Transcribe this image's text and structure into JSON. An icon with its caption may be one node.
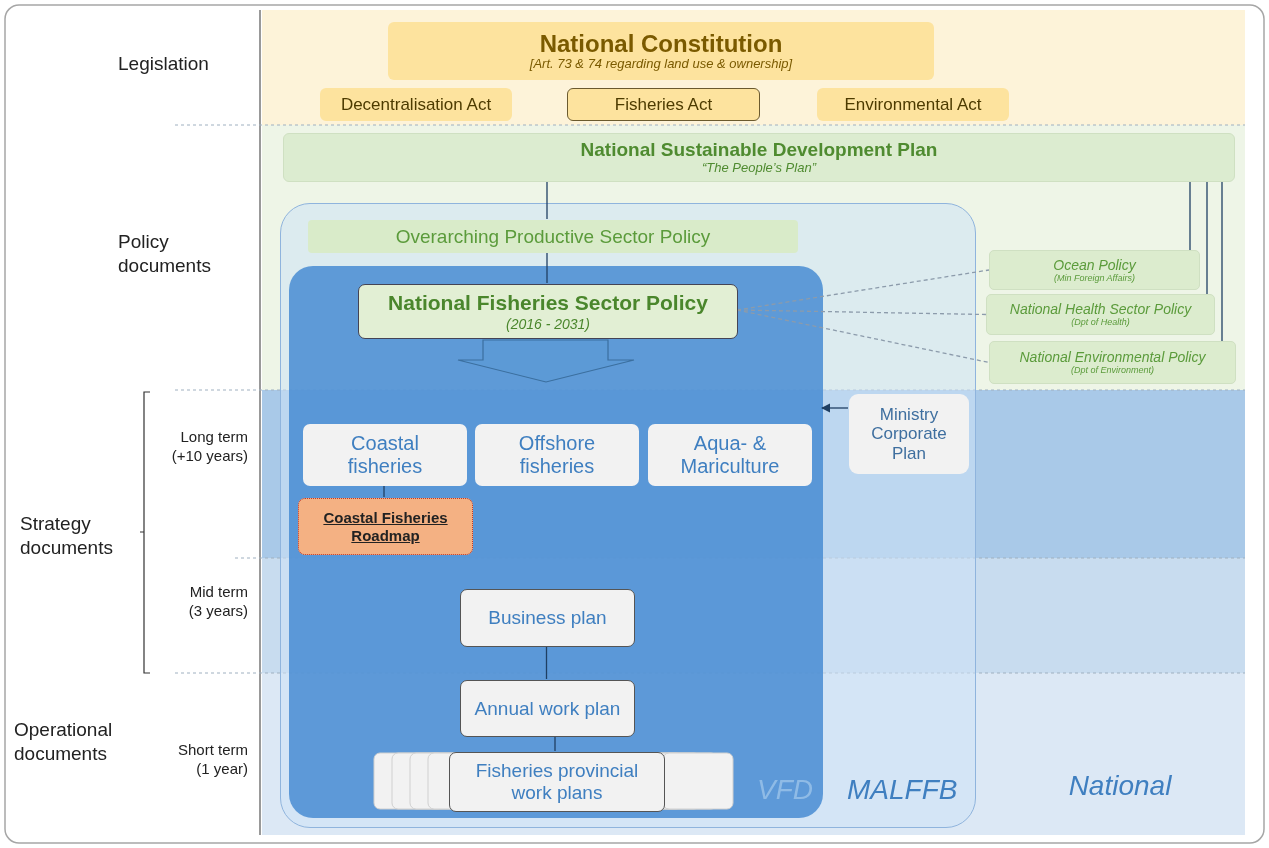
{
  "diagram": {
    "nodes": [
      {
        "text": [
          "National Constitution",
          "[Art. 73 & 74 regarding land use & ownership]"
        ]
      },
      {
        "text": [
          "Decentralisation Act"
        ]
      },
      {
        "text": [
          "Fisheries Act"
        ]
      },
      {
        "text": [
          "Environmental Act"
        ]
      },
      {
        "text": [
          "National Sustainable Development Plan",
          "“The People’s Plan”"
        ]
      },
      {
        "text": [
          "MALFFB"
        ]
      },
      {
        "text": [
          "Overarching Productive Sector Policy"
        ],
        "in": 5
      },
      {
        "text": [
          "VFD"
        ],
        "in": 5
      },
      {
        "text": [
          "National Fisheries Sector Policy",
          "(2016 - 2031)"
        ],
        "in": 7
      },
      {
        "text": [
          "Coastal fisheries"
        ],
        "in": 7
      },
      {
        "text": [
          "Offshore fisheries"
        ],
        "in": 7
      },
      {
        "text": [
          "Aqua- & Mariculture"
        ],
        "in": 7
      },
      {
        "text": [
          "Coastal Fisheries Roadmap"
        ],
        "in": 7
      },
      {
        "text": [
          "Ministry Corporate Plan"
        ],
        "in": 5
      },
      {
        "text": [
          "Business plan"
        ],
        "in": 7
      },
      {
        "text": [
          "Annual work plan"
        ],
        "in": 7
      },
      {
        "text": [
          "Fisheries provincial work plans"
        ],
        "in": 7
      },
      {
        "text": [
          "Ocean Policy",
          "(Min Foreign Affairs)"
        ]
      },
      {
        "text": [
          "National Health Sector Policy",
          "(Dpt of Health)"
        ]
      },
      {
        "text": [
          "National Environmental Policy",
          "(Dpt of Environment)"
        ]
      }
    ],
    "edges": [
      {
        "from": 4,
        "to": 6,
        "arrow": "none"
      },
      {
        "from": 6,
        "to": 8,
        "arrow": "none"
      },
      {
        "from": 4,
        "to": 17,
        "arrow": "none"
      },
      {
        "from": 4,
        "to": 18,
        "arrow": "none"
      },
      {
        "from": 4,
        "to": 19,
        "arrow": "none"
      },
      {
        "from": 8,
        "to": 17,
        "arrow": "none",
        "style": "dashed",
        "color": "#8c9bab"
      },
      {
        "from": 8,
        "to": 18,
        "arrow": "none",
        "style": "dashed",
        "color": "#8c9bab"
      },
      {
        "from": 8,
        "to": 19,
        "arrow": "none",
        "style": "dashed",
        "color": "#8c9bab"
      },
      {
        "from": 13,
        "to": 7,
        "arrow": "to"
      },
      {
        "from": 9,
        "to": 12,
        "arrow": "none"
      },
      {
        "from": 14,
        "to": 15,
        "arrow": "none"
      },
      {
        "from": 15,
        "to": 16,
        "arrow": "none"
      }
    ],
    "labels": [
      "Legislation",
      "Policy documents",
      "Long term (+10 years)",
      "Strategy documents",
      "Mid term (3 years)",
      "Operational documents",
      "Short term (1 year)",
      "National"
    ]
  }
}
